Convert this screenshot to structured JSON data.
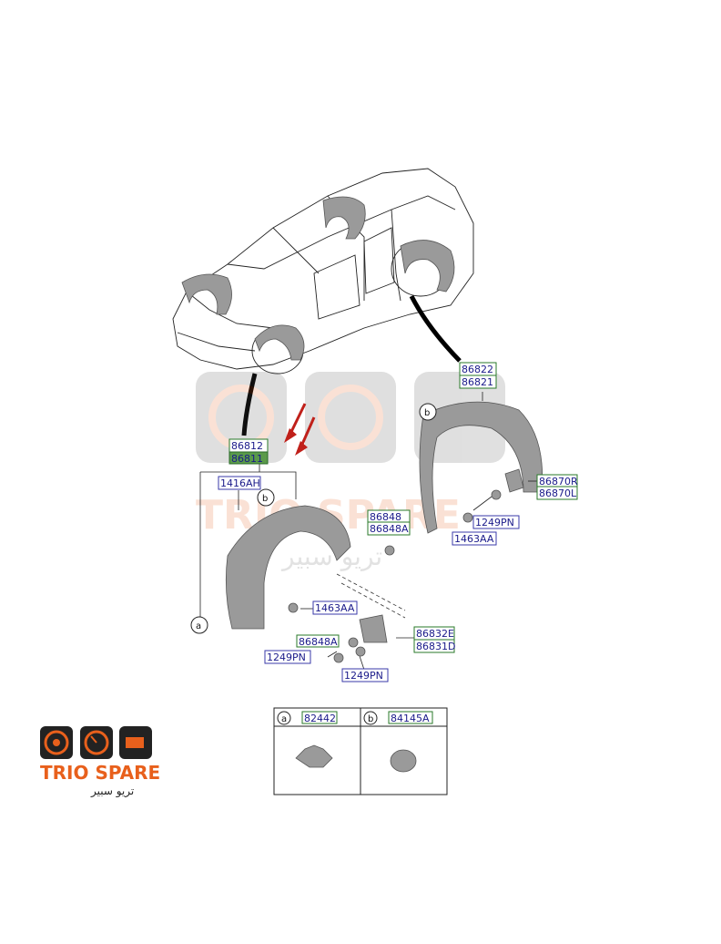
{
  "labels": {
    "p86822": "86822",
    "p86821": "86821",
    "p86812": "86812",
    "p86811": "86811",
    "p1416AH": "1416AH",
    "p86848": "86848",
    "p86848A_top": "86848A",
    "p86870R": "86870R",
    "p86870L": "86870L",
    "p1249PN_r": "1249PN",
    "p1463AA_r": "1463AA",
    "p1463AA_l": "1463AA",
    "p86848A_bot": "86848A",
    "p86832E": "86832E",
    "p86831D": "86831D",
    "p1249PN_l": "1249PN",
    "p1249PN_b": "1249PN"
  },
  "callouts": {
    "a": "a",
    "b": "b"
  },
  "legend": {
    "a_code": "82442",
    "b_code": "84145A"
  },
  "watermark": {
    "text_en": "TRIO SPARE",
    "text_ar": "تريو سبير"
  },
  "logo": {
    "name": "TRIO SPARE",
    "name_ar": "تريو سبير",
    "brand_color": "#e8601c"
  },
  "colors": {
    "label_text": "#1a1a8a",
    "label_border": "#2a7a2a",
    "arrow": "#c0201a"
  }
}
